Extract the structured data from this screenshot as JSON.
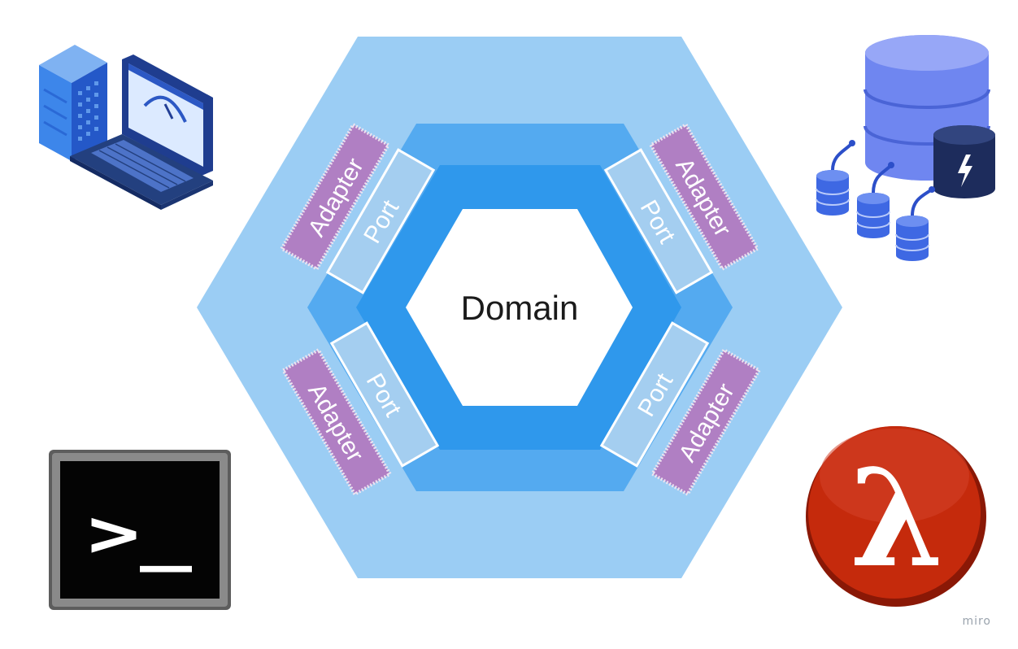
{
  "diagram": {
    "center_label": "Domain",
    "ports": [
      {
        "id": "top-left",
        "label": "Port"
      },
      {
        "id": "top-right",
        "label": "Port"
      },
      {
        "id": "bottom-left",
        "label": "Port"
      },
      {
        "id": "bottom-right",
        "label": "Port"
      }
    ],
    "adapters": [
      {
        "id": "top-left",
        "label": "Adapter"
      },
      {
        "id": "top-right",
        "label": "Adapter"
      },
      {
        "id": "bottom-left",
        "label": "Adapter"
      },
      {
        "id": "bottom-right",
        "label": "Adapter"
      }
    ],
    "icons": {
      "top_left": "web-app-laptop-server-icon",
      "top_right": "database-icon",
      "bottom_left": "terminal-icon",
      "bottom_right": "lambda-icon"
    },
    "terminal_prompt": ">_",
    "lambda_symbol": "λ",
    "colors": {
      "outer_hexagon": "#9bcdf4",
      "middle_hexagon": "#54aaf0",
      "inner_ring": "#2f98ec",
      "domain": "#ffffff",
      "port_fill": "#a4cef0",
      "adapter_fill": "#b07fc3",
      "adapter_border": "#ece3f0"
    }
  },
  "watermark": "miro"
}
